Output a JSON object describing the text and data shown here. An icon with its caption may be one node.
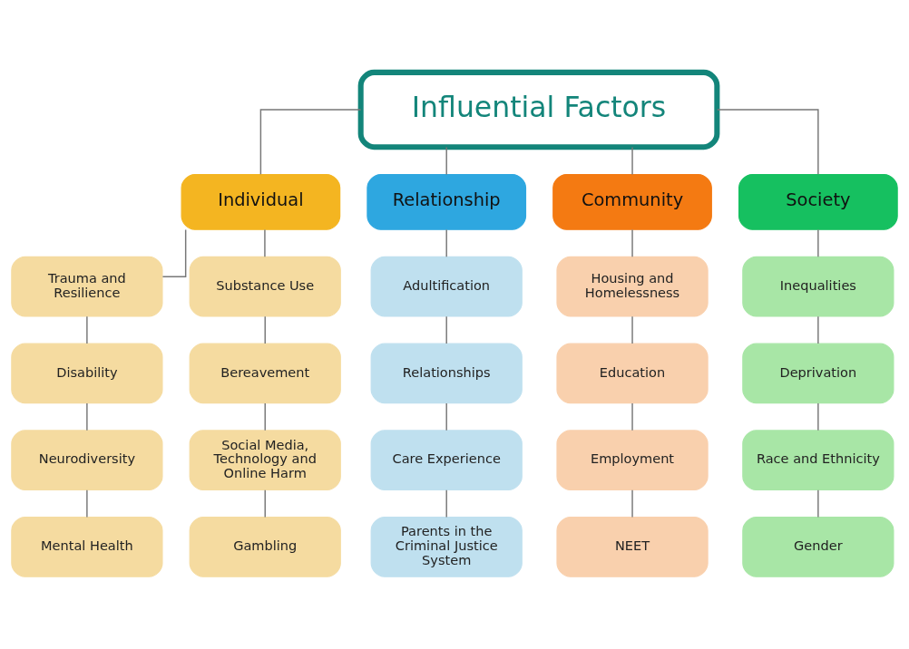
{
  "diagram": {
    "nodes": [
      {
        "text": [
          "Influential Factors"
        ]
      },
      {
        "text": [
          "Individual"
        ]
      },
      {
        "text": [
          "Relationship"
        ]
      },
      {
        "text": [
          "Community"
        ]
      },
      {
        "text": [
          "Society"
        ]
      },
      {
        "text": [
          "Trauma and Resilience"
        ]
      },
      {
        "text": [
          "Substance Use"
        ]
      },
      {
        "text": [
          "Adultification"
        ]
      },
      {
        "text": [
          "Housing and Homelessness"
        ]
      },
      {
        "text": [
          "Inequalities"
        ]
      },
      {
        "text": [
          "Disability"
        ]
      },
      {
        "text": [
          "Bereavement"
        ]
      },
      {
        "text": [
          "Relationships"
        ]
      },
      {
        "text": [
          "Education"
        ]
      },
      {
        "text": [
          "Deprivation"
        ]
      },
      {
        "text": [
          "Neurodiversity"
        ]
      },
      {
        "text": [
          "Social Media, Technology and Online Harm"
        ]
      },
      {
        "text": [
          "Care Experience"
        ]
      },
      {
        "text": [
          "Employment"
        ]
      },
      {
        "text": [
          "Race and Ethnicity"
        ]
      },
      {
        "text": [
          "Mental Health"
        ]
      },
      {
        "text": [
          "Gambling"
        ]
      },
      {
        "text": [
          "Parents in the Criminal Justice System"
        ]
      },
      {
        "text": [
          "NEET"
        ]
      },
      {
        "text": [
          "Gender"
        ]
      }
    ],
    "edges": [
      {
        "from": 0,
        "to": 1,
        "arrow": "none"
      },
      {
        "from": 0,
        "to": 2,
        "arrow": "none"
      },
      {
        "from": 0,
        "to": 3,
        "arrow": "none"
      },
      {
        "from": 0,
        "to": 4,
        "arrow": "none"
      },
      {
        "from": 1,
        "to": 5,
        "arrow": "none"
      },
      {
        "from": 1,
        "to": 6,
        "arrow": "none"
      },
      {
        "from": 2,
        "to": 7,
        "arrow": "none"
      },
      {
        "from": 3,
        "to": 8,
        "arrow": "none"
      },
      {
        "from": 4,
        "to": 9,
        "arrow": "none"
      },
      {
        "from": 5,
        "to": 10,
        "arrow": "none"
      },
      {
        "from": 6,
        "to": 11,
        "arrow": "none"
      },
      {
        "from": 7,
        "to": 12,
        "arrow": "none"
      },
      {
        "from": 8,
        "to": 13,
        "arrow": "none"
      },
      {
        "from": 9,
        "to": 14,
        "arrow": "none"
      },
      {
        "from": 10,
        "to": 15,
        "arrow": "none"
      },
      {
        "from": 11,
        "to": 16,
        "arrow": "none"
      },
      {
        "from": 12,
        "to": 17,
        "arrow": "none"
      },
      {
        "from": 13,
        "to": 18,
        "arrow": "none"
      },
      {
        "from": 14,
        "to": 19,
        "arrow": "none"
      },
      {
        "from": 15,
        "to": 20,
        "arrow": "none"
      },
      {
        "from": 16,
        "to": 21,
        "arrow": "none"
      },
      {
        "from": 17,
        "to": 22,
        "arrow": "none"
      },
      {
        "from": 18,
        "to": 23,
        "arrow": "none"
      },
      {
        "from": 19,
        "to": 24,
        "arrow": "none"
      }
    ]
  }
}
